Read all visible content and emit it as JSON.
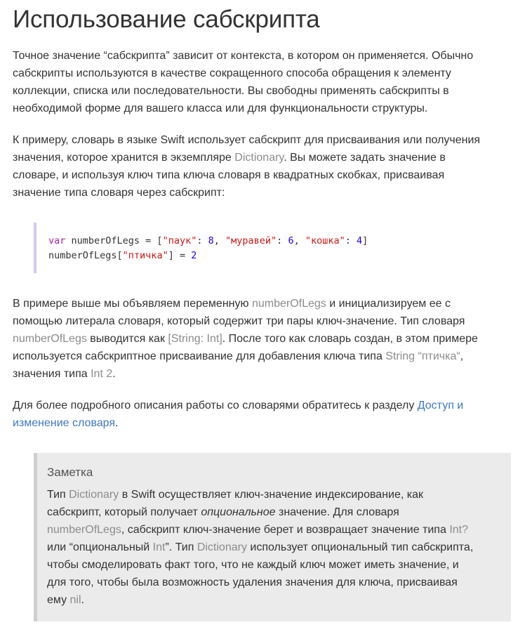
{
  "title": "Использование сабскрипта",
  "para1": [
    "Точное значение “сабскрипта” зависит от контекста, в котором он применяется. Обычно",
    "сабскрипты используются в качестве сокращенного способа обращения к элементу",
    "коллекции, списка или последовательности. Вы свободны применять сабскрипты в",
    "необходимой форме для вашего класса или для функциональности структуры."
  ],
  "para2": {
    "l1": "К примеру, словарь в языке Swift использует сабскрипт для присваивания или получения",
    "l2_before": "значения, которое хранится в экземпляре ",
    "l2_code": "Dictionary",
    "l2_after": ". Вы можете задать значение в",
    "l3": "словаре, и используя ключ типа ключа словаря в квадратных скобках, присваивая",
    "l4": "значение типа словаря через сабскрипт:"
  },
  "code": {
    "l1": {
      "kw": "var",
      "a": " numberOfLegs = [",
      "s1": "\"паук\"",
      "b": ": ",
      "n1": "8",
      "c": ", ",
      "s2": "\"муравей\"",
      "d": ": ",
      "n2": "6",
      "e": ", ",
      "s3": "\"кошка\"",
      "f": ": ",
      "n3": "4",
      "g": "]"
    },
    "l2": {
      "a": "numberOfLegs[",
      "s1": "\"птичка\"",
      "b": "] = ",
      "n1": "2"
    }
  },
  "para3": {
    "l1_before": "В примере выше мы объявляем переменную ",
    "l1_code": "numberOfLegs",
    "l1_after": " и инициализируем ее с",
    "l2": "помощью литерала словаря, который содержит три пары ключ-значение. Тип словаря",
    "l3_code1": "numberOfLegs",
    "l3_mid": " выводится как ",
    "l3_code2": "[String: Int]",
    "l3_after": ". После того как словарь создан, в этом примере",
    "l4_before": "используется сабскриптное присваивание для добавления ключа типа ",
    "l4_code": "String “птичка“",
    "l4_after": ",",
    "l5_before": "значения типа ",
    "l5_code": "Int 2",
    "l5_after": "."
  },
  "para4": {
    "l1_before": "Для более подробного описания работы со словарями обратитесь к разделу ",
    "link_part1": "Доступ и",
    "link_part2": "изменение словаря",
    "l2_after": "."
  },
  "note": {
    "title": "Заметка",
    "l1_before": "Тип ",
    "l1_code": "Dictionary",
    "l1_after": " в Swift осуществляет ключ-значение индексирование, как",
    "l2_before": "сабскрипт, который получает ",
    "l2_em": "опциональное",
    "l2_after": " значение. Для словаря",
    "l3_code": "numberOfLegs",
    "l3_mid": ", сабскрипт ключ-значение берет и возвращает значение типа ",
    "l3_code2": "Int?",
    "l4_before": "или “опциональный ",
    "l4_code": "Int",
    "l4_mid": "”. Тип ",
    "l4_code2": "Dictionary",
    "l4_after": " использует опциональный тип сабскрипта,",
    "l5": "чтобы смоделировать факт того, что не каждый ключ может иметь значение, и",
    "l6": "для того, чтобы была возможность удаления значения для ключа, присваивая",
    "l7_before": "ему ",
    "l7_code": "nil",
    "l7_after": "."
  }
}
